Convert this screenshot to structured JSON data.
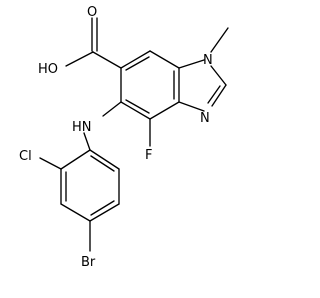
{
  "structure": {
    "atoms": {
      "hydroxyl": "HO",
      "carbonyl_oxygen": "O",
      "amine": "HN",
      "fluorine": "F",
      "ring_nitrogen_methylated": "N",
      "ring_nitrogen_imine": "N",
      "chlorine": "Cl",
      "bromine": "Br"
    },
    "colors": {
      "bond": "#000000",
      "label": "#000000",
      "background": "#ffffff"
    }
  }
}
